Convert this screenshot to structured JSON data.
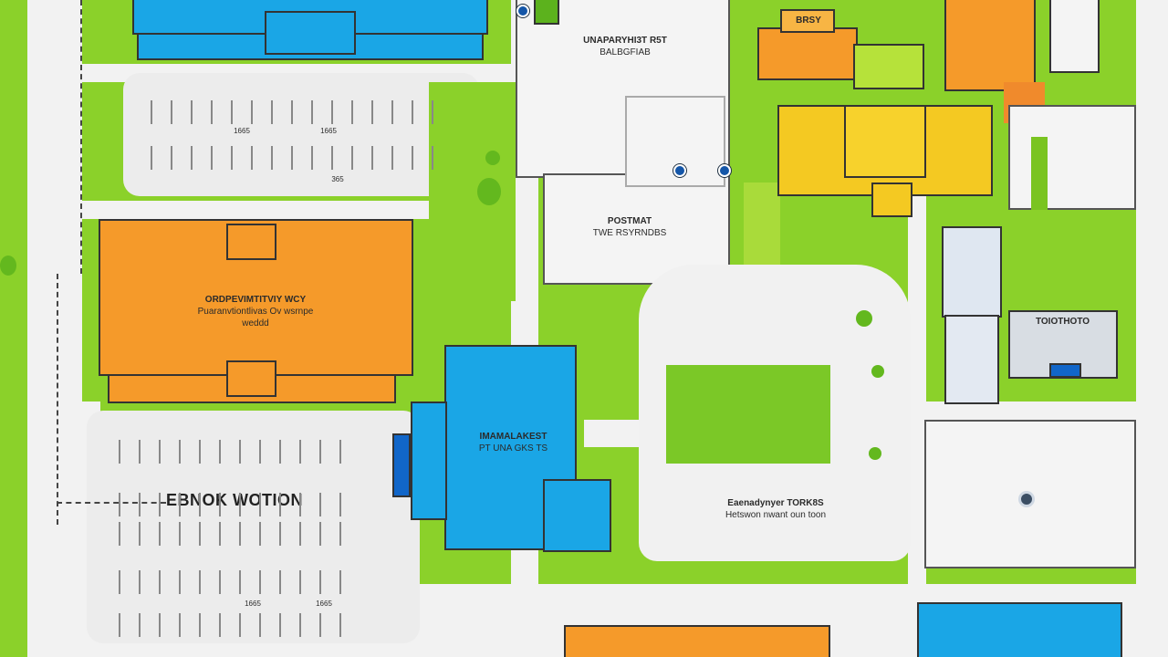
{
  "map": {
    "colors": {
      "grass": "#8bd12a",
      "road": "#f2f2f2",
      "blue_building": "#1aa6e6",
      "orange_building": "#f59a2a",
      "yellow_building": "#f4c922",
      "white_building": "#f4f4f4",
      "pin": "#1456a8"
    },
    "labels": {
      "top_center_l1": "UNAPARYHI3T R5T",
      "top_center_l2": "BALBGFIAB",
      "orange_left_l1": "ORDPEVIMTITVIY WCY",
      "orange_left_l2": "Puaranvtiontlivas Ov wsrnpe",
      "orange_left_l3": "weddd",
      "center_white_l1": "POSTMAT",
      "center_white_l2": "TWE RSYRNDBS",
      "blue_center_l1": "IMAMALAKEST",
      "blue_center_l2": "PT UNA GKS TS",
      "right_center_l1": "Eaenadynyer TORK8S",
      "right_center_l2": "Hetswon nwant oun toon",
      "sign_left": "EBNOK WOTION",
      "top_orange_tag": "BRSY",
      "right_gray_tag": "TOIOTHOTO"
    },
    "parking_tags": [
      "1665",
      "1665",
      "365",
      "1665",
      "1665"
    ]
  }
}
